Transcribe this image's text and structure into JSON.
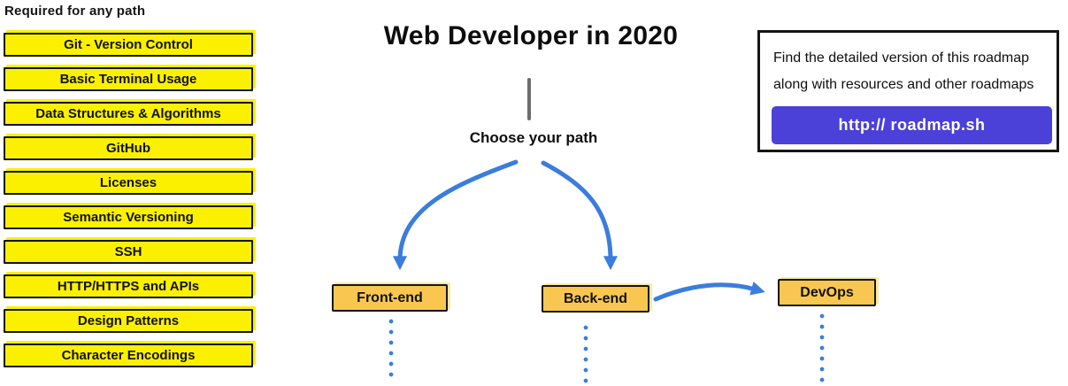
{
  "sidebar": {
    "heading": "Required for any path",
    "items": [
      "Git - Version Control",
      "Basic Terminal Usage",
      "Data Structures & Algorithms",
      "GitHub",
      "Licenses",
      "Semantic Versioning",
      "SSH",
      "HTTP/HTTPS and APIs",
      "Design Patterns",
      "Character Encodings"
    ]
  },
  "main": {
    "title": "Web Developer in 2020",
    "choose_label": "Choose your path",
    "paths": [
      {
        "label": "Front-end"
      },
      {
        "label": "Back-end"
      },
      {
        "label": "DevOps"
      }
    ]
  },
  "info_box": {
    "line1": "Find the detailed version of this roadmap",
    "line2": "along with resources and other roadmaps",
    "button_label": "http:// roadmap.sh"
  },
  "colors": {
    "topic_yellow": "#FBF000",
    "node_orange": "#F9C74F",
    "arrow_blue": "#3B7DDD",
    "link_purple": "#4B40D8"
  }
}
